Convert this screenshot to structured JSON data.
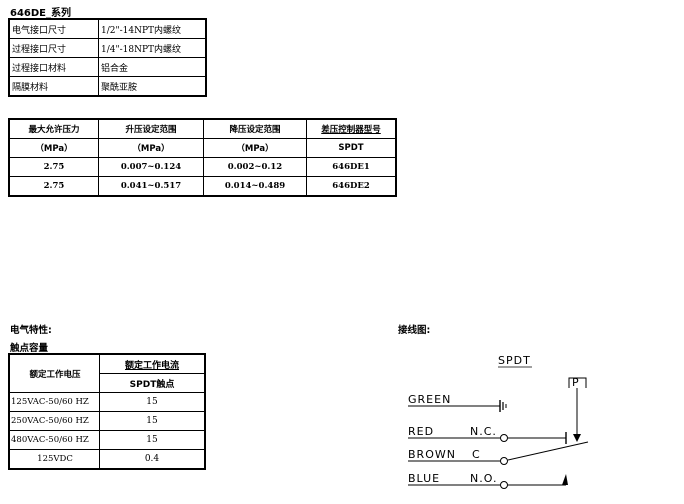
{
  "series_title": "646DE_系列",
  "spec": [
    {
      "key": "电气接口尺寸",
      "value": "1/2\"-14NPT内螺纹"
    },
    {
      "key": "过程接口尺寸",
      "value": "1/4\"-18NPT内螺纹"
    },
    {
      "key": "过程接口材料",
      "value": "铝合金"
    },
    {
      "key": "隔膜材料",
      "value": "聚酰亚胺"
    }
  ],
  "pressure": {
    "headers": [
      "最大允许压力",
      "升压设定范围",
      "降压设定范围",
      "差压控制器型号"
    ],
    "units": [
      "（MPa）",
      "（MPa）",
      "（MPa）",
      "SPDT"
    ],
    "rows": [
      [
        "2.75",
        "0.007~0.124",
        "0.002~0.12",
        "646DE1"
      ],
      [
        "2.75",
        "0.041~0.517",
        "0.014~0.489",
        "646DE2"
      ]
    ]
  },
  "electrical": {
    "section_label": "电气特性:",
    "contact_label": "触点容量",
    "col1_header": "额定工作电压",
    "col2_header": "额定工作电流",
    "col2_sub": "SPDT触点",
    "rows": [
      [
        "125VAC-50/60 HZ",
        "15"
      ],
      [
        "250VAC-50/60 HZ",
        "15"
      ],
      [
        "480VAC-50/60 HZ",
        "15"
      ],
      [
        "125VDC",
        "0.4"
      ]
    ]
  },
  "wiring": {
    "section_label": "接线图:",
    "spdt": "SPDT",
    "p": "P",
    "green": "GREEN",
    "red": "RED",
    "brown": "BROWN",
    "blue": "BLUE",
    "nc": "N.C.",
    "c": "C",
    "no": "N.O."
  }
}
